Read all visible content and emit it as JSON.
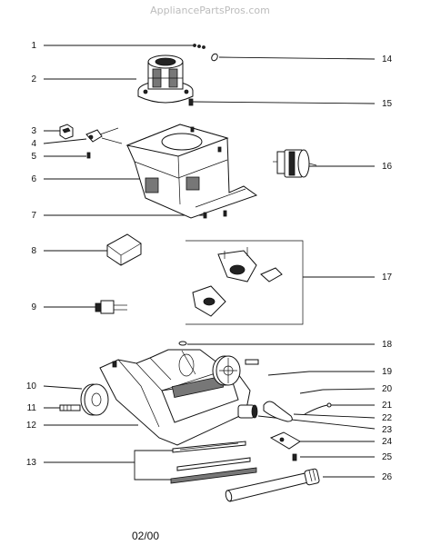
{
  "watermark": "AppliancePartsPros.com",
  "revision": "02/00",
  "callouts": {
    "c1": "1",
    "c2": "2",
    "c3": "3",
    "c4": "4",
    "c5": "5",
    "c6": "6",
    "c7": "7",
    "c8": "8",
    "c9": "9",
    "c10": "10",
    "c11": "11",
    "c12": "12",
    "c13": "13",
    "c14": "14",
    "c15": "15",
    "c16": "16",
    "c17": "17",
    "c18": "18",
    "c19": "19",
    "c20": "20",
    "c21": "21",
    "c22": "22",
    "c23": "23",
    "c24": "24",
    "c25": "25",
    "c26": "26"
  },
  "icons": {
    "motor": "motor-assembly-icon",
    "housing": "motor-housing-icon",
    "nozzle": "nozzle-base-icon",
    "wheel": "wheel-icon",
    "hose": "hose-tube-icon"
  }
}
